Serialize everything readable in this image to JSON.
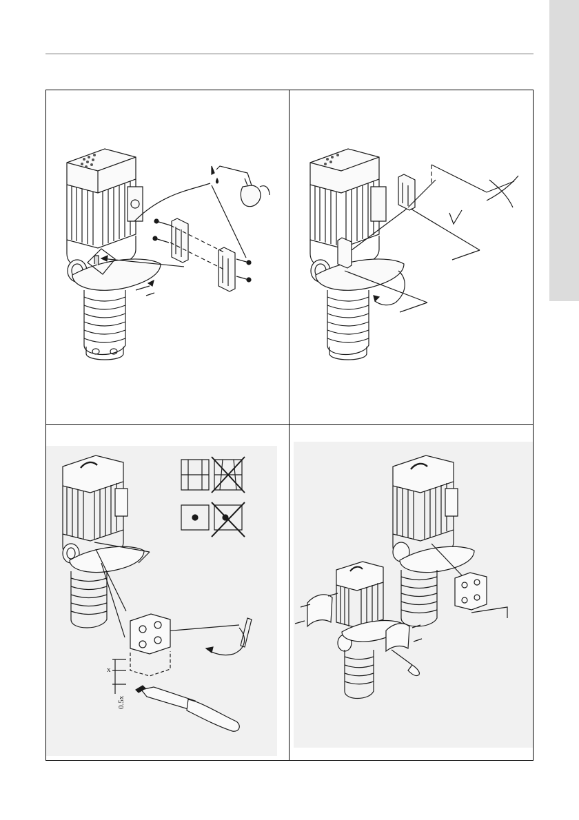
{
  "page": {
    "side_tab_color": "#dcdcdc",
    "rule_color": "#c8c8c8",
    "line_color": "#1a1a1a"
  },
  "figures": [
    {
      "id": "fig-1",
      "icons": [
        "pump-icon",
        "coupling-icon",
        "screw-icon",
        "oil-can-icon",
        "pin-icon"
      ]
    },
    {
      "id": "fig-2",
      "icons": [
        "pump-icon",
        "coupling-icon",
        "hex-key-icon",
        "rotation-arrow-icon",
        "check-mark-icon",
        "cross-mark-icon"
      ]
    },
    {
      "id": "fig-3",
      "icons": [
        "pump-icon",
        "coupling-icon",
        "hex-key-icon",
        "screwdriver-icon",
        "rotation-arrow-icon",
        "cross-mark-icon"
      ],
      "dimension_labels": {
        "gap": "x",
        "half_gap": "0.5x"
      }
    },
    {
      "id": "fig-4",
      "icons": [
        "pump-icon",
        "coupling-icon",
        "hex-key-icon",
        "screwdriver-icon",
        "guard-icon"
      ]
    }
  ]
}
